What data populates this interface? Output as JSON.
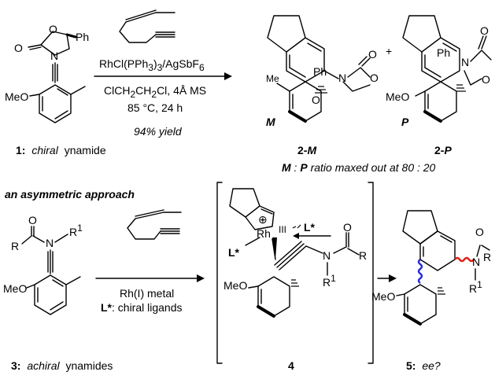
{
  "top": {
    "reagent_line1": "RhCl(PPh",
    "reagent_line1_sub": "3",
    "reagent_line1_end": ")",
    "reagent_line1_sub2": "3",
    "reagent_line1_tail": "/AgSbF",
    "reagent_line1_sub3": "6",
    "solvent": "ClCH",
    "solvent_sub1": "2",
    "solvent_mid": "CH",
    "solvent_sub2": "2",
    "solvent_tail": "Cl, 4Å MS",
    "conditions": "85 °C, 24 h",
    "yield": "94% yield",
    "compound1_number": "1:",
    "compound1_italic": "chiral",
    "compound1_rest": "ynamide",
    "compound2M_label": "2-",
    "compound2M_suffix": "M",
    "compound2P_label": "2-",
    "compound2P_suffix": "P",
    "plus": "+",
    "M_tag": "M",
    "P_tag": "P",
    "ratio_M": "M",
    "ratio_colon": " : ",
    "ratio_P": "P",
    "ratio_text": " ratio maxed out at 80 : 20",
    "atoms": {
      "O": "O",
      "N": "N",
      "Ph": "Ph",
      "MeO": "MeO",
      "Me": "Me"
    }
  },
  "bottom": {
    "section_title": "an asymmetric approach",
    "reagent_line1": "Rh(I) metal",
    "reagent_line2_bold": "L*",
    "reagent_line2_rest": ": chiral ligands",
    "compound3_number": "3:",
    "compound3_italic": "achiral",
    "compound3_rest": "ynamides",
    "compound4_number": "4",
    "compound5_number": "5:",
    "compound5_italic": "ee?",
    "atoms": {
      "R": "R",
      "R1": "R",
      "sup1": "1",
      "N": "N",
      "O": "O",
      "MeO": "MeO",
      "Rh": "Rh",
      "III": "III",
      "Lstar": "L*",
      "plus": "⊕"
    }
  },
  "colors": {
    "blue_bond": "#2a2ad8",
    "red_bond": "#e0201a",
    "ink": "#000000"
  }
}
